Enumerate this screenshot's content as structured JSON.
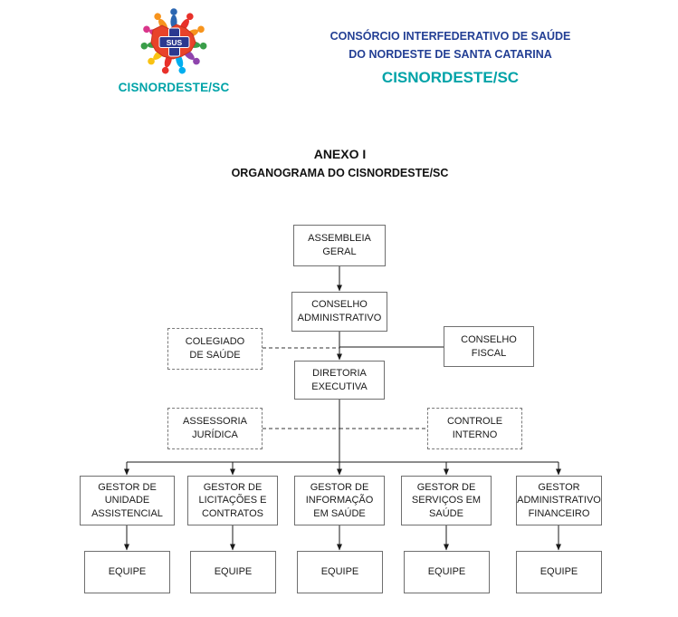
{
  "header": {
    "logo_sus": "SUS",
    "logo_text": "CISNORDESTE/SC",
    "org_line1": "CONSÓRCIO INTERFEDERATIVO DE SAÚDE",
    "org_line2": "DO NORDESTE DE SANTA CATARINA",
    "org_name": "CISNORDESTE/SC"
  },
  "title": {
    "line1": "ANEXO I",
    "line2": "ORGANOGRAMA DO CISNORDESTE/SC"
  },
  "colors": {
    "header_blue": "#233f94",
    "teal": "#00a3a8",
    "box_border": "#6f6f6f",
    "line": "#1a1a1a"
  },
  "diagram": {
    "type": "org-chart",
    "nodes": {
      "assembleia_geral": {
        "label": "ASSEMBLEIA\nGERAL",
        "style": "solid"
      },
      "conselho_administrativo": {
        "label": "CONSELHO\nADMINISTRATIVO",
        "style": "solid"
      },
      "colegiado_saude": {
        "label": "COLEGIADO\nDE SAÚDE",
        "style": "dashed"
      },
      "conselho_fiscal": {
        "label": "CONSELHO\nFISCAL",
        "style": "solid"
      },
      "diretoria_executiva": {
        "label": "DIRETORIA\nEXECUTIVA",
        "style": "solid"
      },
      "assessoria_juridica": {
        "label": "ASSESSORIA\nJURÍDICA",
        "style": "dashed"
      },
      "controle_interno": {
        "label": "CONTROLE\nINTERNO",
        "style": "dashed"
      },
      "gestor_unidade_assistencial": {
        "label": "GESTOR DE\nUNIDADE\nASSISTENCIAL",
        "style": "solid"
      },
      "gestor_licitacoes_contratos": {
        "label": "GESTOR DE\nLICITAÇÕES E\nCONTRATOS",
        "style": "solid"
      },
      "gestor_informacao_saude": {
        "label": "GESTOR DE\nINFORMAÇÃO\nEM SAÚDE",
        "style": "solid"
      },
      "gestor_servicos_saude": {
        "label": "GESTOR DE\nSERVIÇOS EM\nSAÚDE",
        "style": "solid"
      },
      "gestor_administrativo_financeiro": {
        "label": "GESTOR\nADMINISTRATIVO\nFINANCEIRO",
        "style": "solid"
      },
      "equipe": {
        "label": "EQUIPE",
        "style": "solid"
      }
    },
    "edges": [
      {
        "from": "assembleia_geral",
        "to": "conselho_administrativo",
        "style": "solid"
      },
      {
        "from": "conselho_administrativo",
        "to": "diretoria_executiva",
        "style": "solid"
      },
      {
        "from": "colegiado_saude",
        "to": "conselho_administrativo-diretoria_executiva",
        "style": "dashed"
      },
      {
        "from": "conselho_fiscal",
        "to": "conselho_administrativo-diretoria_executiva",
        "style": "solid"
      },
      {
        "from": "assessoria_juridica",
        "to": "diretoria_executiva",
        "style": "dashed"
      },
      {
        "from": "controle_interno",
        "to": "diretoria_executiva",
        "style": "dashed"
      },
      {
        "from": "diretoria_executiva",
        "to": "gestor_unidade_assistencial",
        "style": "solid"
      },
      {
        "from": "diretoria_executiva",
        "to": "gestor_licitacoes_contratos",
        "style": "solid"
      },
      {
        "from": "diretoria_executiva",
        "to": "gestor_informacao_saude",
        "style": "solid"
      },
      {
        "from": "diretoria_executiva",
        "to": "gestor_servicos_saude",
        "style": "solid"
      },
      {
        "from": "diretoria_executiva",
        "to": "gestor_administrativo_financeiro",
        "style": "solid"
      },
      {
        "from": "gestor_unidade_assistencial",
        "to": "equipe",
        "style": "solid"
      },
      {
        "from": "gestor_licitacoes_contratos",
        "to": "equipe",
        "style": "solid"
      },
      {
        "from": "gestor_informacao_saude",
        "to": "equipe",
        "style": "solid"
      },
      {
        "from": "gestor_servicos_saude",
        "to": "equipe",
        "style": "solid"
      },
      {
        "from": "gestor_administrativo_financeiro",
        "to": "equipe",
        "style": "solid"
      }
    ]
  }
}
